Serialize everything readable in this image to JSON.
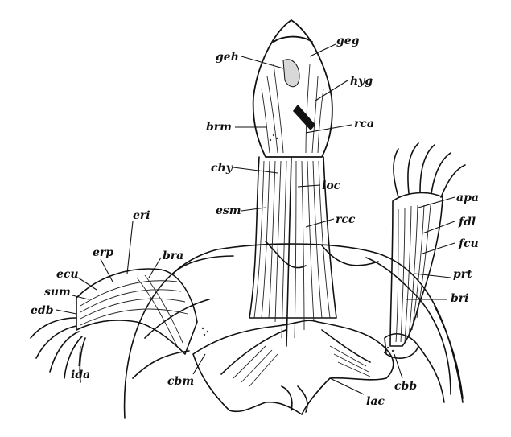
{
  "diagram": {
    "labels": [
      {
        "key": "geh",
        "text": "geh"
      },
      {
        "key": "geg",
        "text": "geg"
      },
      {
        "key": "hyg",
        "text": "hyg"
      },
      {
        "key": "brm",
        "text": "brm"
      },
      {
        "key": "rca",
        "text": "rca"
      },
      {
        "key": "chy",
        "text": "chy"
      },
      {
        "key": "loc",
        "text": "loc"
      },
      {
        "key": "esm",
        "text": "esm"
      },
      {
        "key": "rcc",
        "text": "rcc"
      },
      {
        "key": "apa",
        "text": "apa"
      },
      {
        "key": "fdl",
        "text": "fdl"
      },
      {
        "key": "fcu",
        "text": "fcu"
      },
      {
        "key": "prt",
        "text": "prt"
      },
      {
        "key": "bri",
        "text": "bri"
      },
      {
        "key": "eri",
        "text": "eri"
      },
      {
        "key": "erp",
        "text": "erp"
      },
      {
        "key": "bra",
        "text": "bra"
      },
      {
        "key": "ecu",
        "text": "ecu"
      },
      {
        "key": "sum",
        "text": "sum"
      },
      {
        "key": "edb",
        "text": "edb"
      },
      {
        "key": "ida",
        "text": "ida"
      },
      {
        "key": "cbm",
        "text": "cbm"
      },
      {
        "key": "cbb",
        "text": "cbb"
      },
      {
        "key": "lac",
        "text": "lac"
      }
    ]
  }
}
